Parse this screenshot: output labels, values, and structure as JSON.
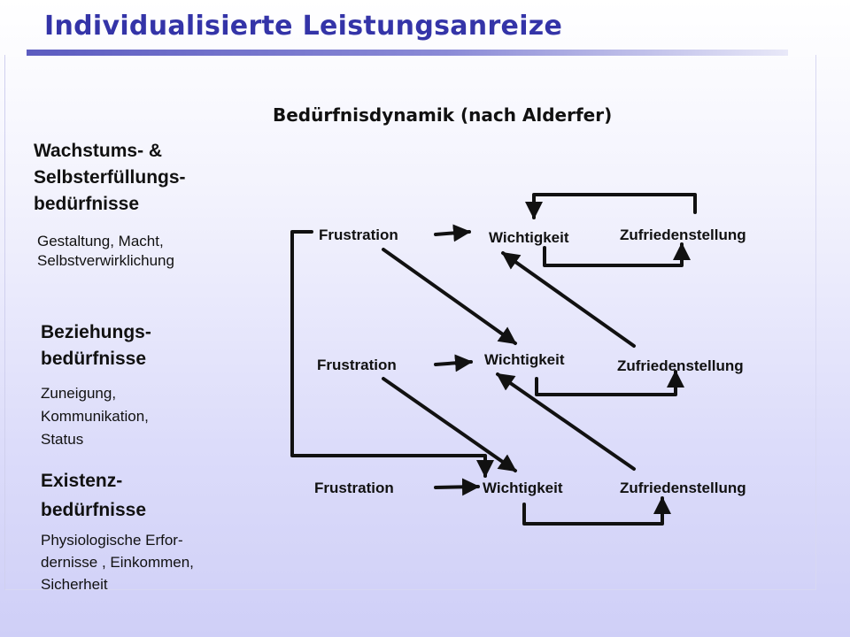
{
  "header": {
    "title": "Individualisierte Leistungsanreize"
  },
  "diagram": {
    "subtitle": "Bedürfnisdynamik (nach Alderfer)",
    "levels": {
      "growth": {
        "heading": [
          "Wachstums- &",
          "Selbsterfüllungs-",
          "bedürfnisse"
        ],
        "details": [
          "Gestaltung, Macht,",
          "Selbstverwirklichung"
        ]
      },
      "relatedness": {
        "heading": [
          "Beziehungs-",
          "bedürfnisse"
        ],
        "details": [
          "Zuneigung,",
          "Kommunikation,",
          "Status"
        ]
      },
      "existence": {
        "heading": [
          "Existenz-",
          "bedürfnisse"
        ],
        "details": [
          "Physiologische Erfor-",
          "dernisse , Einkommen,",
          "Sicherheit"
        ]
      }
    },
    "nodes": {
      "frustration": "Frustration",
      "importance": "Wichtigkeit",
      "satisfaction": "Zufriedenstellung"
    },
    "colors": {
      "title": "#3434a8",
      "lines": "#111111"
    }
  }
}
